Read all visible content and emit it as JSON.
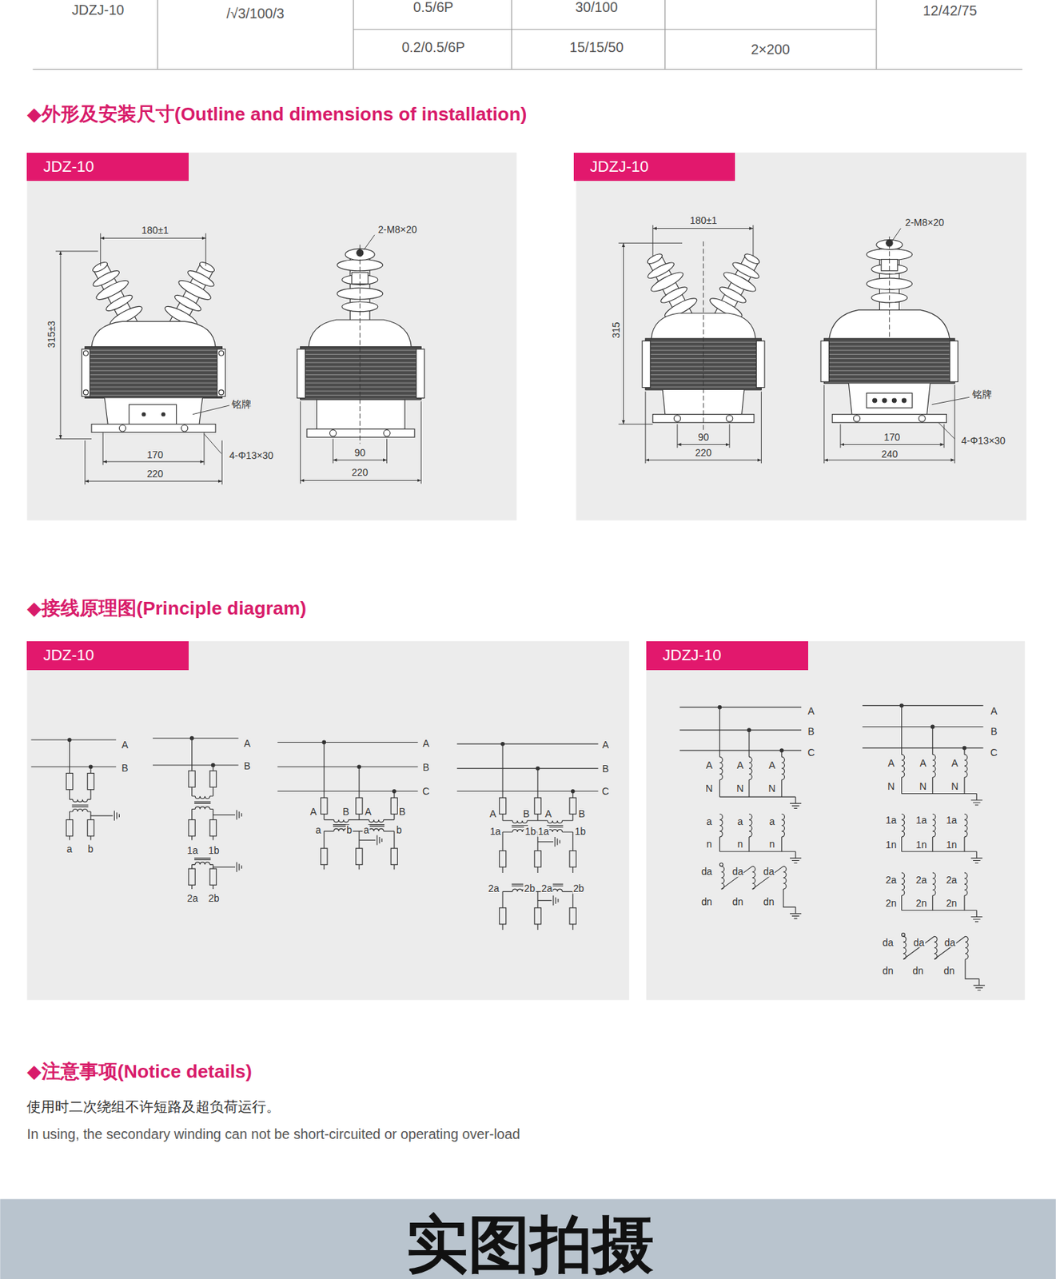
{
  "diagram": {
    "nodes": [
      {
        "text": [
          "JDZ-10"
        ]
      },
      {
        "text": [
          "JDZJ-10"
        ]
      },
      {
        "text": [
          "JDZ-10"
        ]
      },
      {
        "text": [
          "JDZJ-10"
        ]
      }
    ],
    "labels": [
      "JDZJ-10",
      "/√3/100/3",
      "0.5/6P",
      "30/100",
      "12/42/75",
      "0.2/0.5/6P",
      "15/15/50",
      "2×200",
      "◆外形及安装尺寸(Outline and dimensions of installation)",
      "180±1",
      "2-M8×20",
      "315±3",
      "铭牌",
      "170",
      "4-Φ13×30",
      "90",
      "220",
      "220",
      "180±1",
      "2-M8×20",
      "315",
      "铭牌",
      "90",
      "170",
      "4-Φ13×30",
      "220",
      "240",
      "◆接线原理图(Principle diagram)",
      "A",
      "B",
      "a",
      "b",
      "A",
      "B",
      "1a",
      "1b",
      "2a",
      "2b",
      "A",
      "B",
      "C",
      "A",
      "B",
      "A",
      "B",
      "a",
      "b",
      "a",
      "b",
      "A",
      "B",
      "C",
      "A",
      "B",
      "A",
      "B",
      "1a",
      "1b",
      "1a",
      "1b",
      "2a",
      "2b",
      "2a",
      "2b",
      "A",
      "B",
      "C",
      "A",
      "A",
      "A",
      "N",
      "N",
      "N",
      "a",
      "a",
      "a",
      "n",
      "n",
      "n",
      "da",
      "da",
      "da",
      "dn",
      "dn",
      "dn",
      "A",
      "B",
      "C",
      "A",
      "A",
      "A",
      "N",
      "N",
      "N",
      "1a",
      "1a",
      "1a",
      "1n",
      "1n",
      "1n",
      "2a",
      "2a",
      "2a",
      "2n",
      "2n",
      "2n",
      "da",
      "da",
      "da",
      "dn",
      "dn",
      "dn",
      "◆注意事项(Notice details)",
      "使用时二次绕组不许短路及超负荷运行。",
      "In using, the secondary winding can not be short-circuited or operating over-load",
      "实图拍摄"
    ]
  }
}
